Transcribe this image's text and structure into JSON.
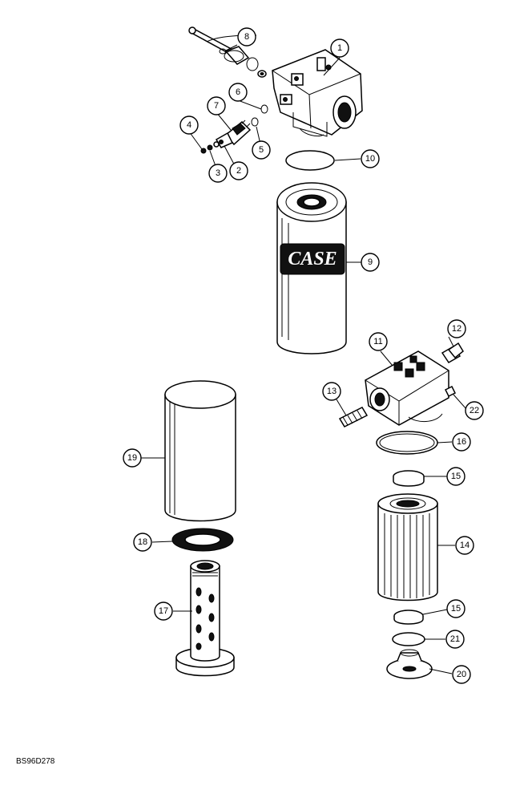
{
  "figure": {
    "reference_code": "BS96D278",
    "callouts": [
      {
        "id": "c1",
        "label": "1"
      },
      {
        "id": "c2",
        "label": "2"
      },
      {
        "id": "c3",
        "label": "3"
      },
      {
        "id": "c4",
        "label": "4"
      },
      {
        "id": "c5",
        "label": "5"
      },
      {
        "id": "c6",
        "label": "6"
      },
      {
        "id": "c7",
        "label": "7"
      },
      {
        "id": "c8",
        "label": "8"
      },
      {
        "id": "c9",
        "label": "9"
      },
      {
        "id": "c10",
        "label": "10"
      },
      {
        "id": "c11",
        "label": "11"
      },
      {
        "id": "c12",
        "label": "12"
      },
      {
        "id": "c13",
        "label": "13"
      },
      {
        "id": "c14",
        "label": "14"
      },
      {
        "id": "c15a",
        "label": "15"
      },
      {
        "id": "c15b",
        "label": "15"
      },
      {
        "id": "c16",
        "label": "16"
      },
      {
        "id": "c17",
        "label": "17"
      },
      {
        "id": "c18",
        "label": "18"
      },
      {
        "id": "c19",
        "label": "19"
      },
      {
        "id": "c20",
        "label": "20"
      },
      {
        "id": "c21",
        "label": "21"
      },
      {
        "id": "c22",
        "label": "22"
      }
    ],
    "filter_brand_text": "CASE"
  }
}
